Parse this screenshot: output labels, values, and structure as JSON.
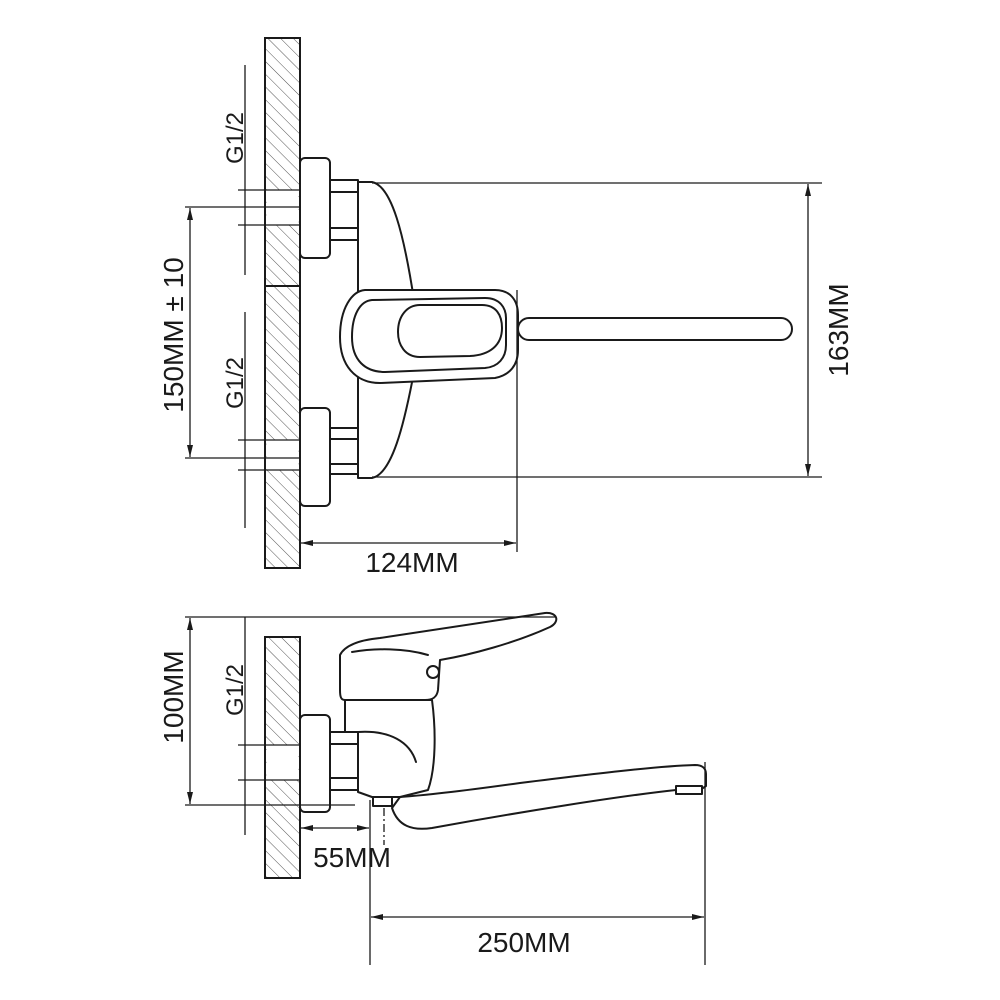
{
  "front_view": {
    "thread_upper": "G1/2",
    "thread_lower": "G1/2",
    "inlet_spacing": "150MM ± 10",
    "height": "163MM",
    "projection": "124MM"
  },
  "side_view": {
    "thread": "G1/2",
    "height": "100MM",
    "wall_offset": "55MM",
    "spout_reach": "250MM"
  }
}
